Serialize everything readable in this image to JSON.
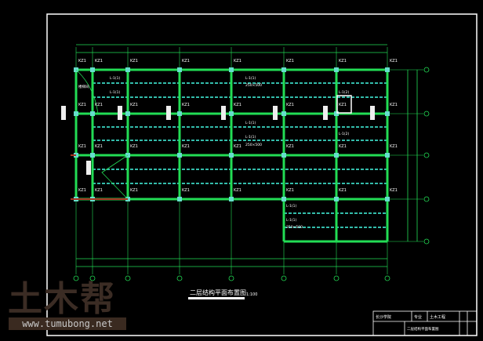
{
  "drawing": {
    "title": "二层结构平面布置图",
    "scale": "1:100",
    "column_label": "KZ1",
    "beam_labels": [
      "L-1(1)",
      "L-1(2)",
      "250×500"
    ],
    "stair_label": "楼梯间",
    "colors": {
      "background": "#000000",
      "beam": "#22dd55",
      "secondary_beam": "#33bbaa",
      "frame": "#ffffff",
      "text": "#ffffff"
    }
  },
  "title_block": {
    "school": "长沙学院",
    "major_label": "专业",
    "major": "土木工程",
    "drawing_name": "二层结构平面布置图"
  },
  "watermark": {
    "logo_text": "土木帮",
    "url": "www.tumubong.net"
  }
}
